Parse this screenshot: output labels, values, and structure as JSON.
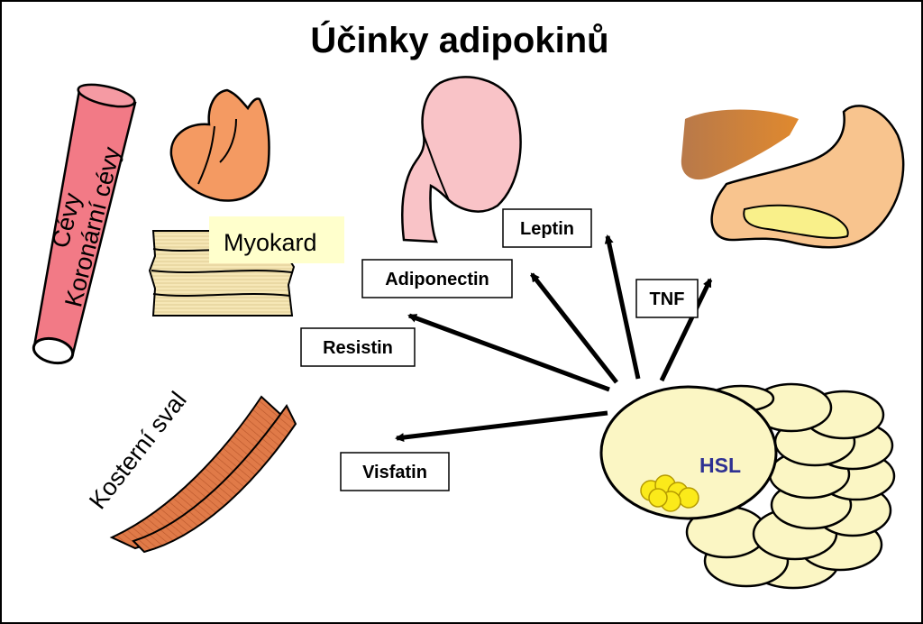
{
  "title": "Účinky adipokinů",
  "organs": {
    "vessel_line1": "Cévy",
    "vessel_line2": "Koronární cévy",
    "myocardium": "Myokard",
    "skeletal_muscle": "Kosterní sval"
  },
  "adipokines": {
    "leptin": "Leptin",
    "adiponectin": "Adiponectin",
    "tnf": "TNF",
    "resistin": "Resistin",
    "visfatin": "Visfatin"
  },
  "adipocyte_label": "HSL",
  "colors": {
    "vessel": "#f27a86",
    "heart": "#f49a62",
    "myocard_label_bg": "#ffffcc",
    "muscle": "#e07a48",
    "kidney": "#f9c3c7",
    "liver": "#c87c46",
    "pancreas": "#f8c48e",
    "fat_cells": "#fbf6c4",
    "lipid_droplets": "#fbea1a",
    "hsl": "#2e3192"
  }
}
